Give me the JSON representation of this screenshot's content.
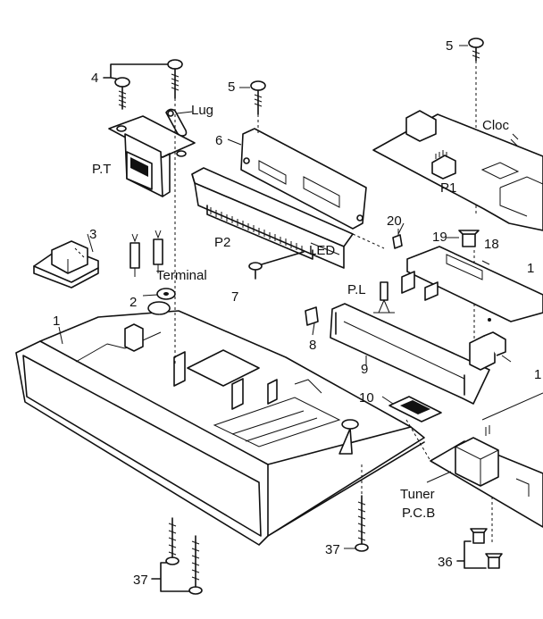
{
  "labels": {
    "c4": "4",
    "c5a": "5",
    "c5b": "5",
    "lug": "Lug",
    "c6": "6",
    "clock": "Cloc",
    "pt": "P.T",
    "p1": "P1",
    "c3": "3",
    "c20": "20",
    "c19": "19",
    "c18": "18",
    "c1edge": "1",
    "p2": "P2",
    "led": "LED",
    "terminal": "Terminal",
    "c2": "2",
    "c7": "7",
    "pl": "P.L",
    "c1": "1",
    "c8": "8",
    "c9": "9",
    "c1edge2": "1",
    "c10": "10",
    "tuner1": "Tuner",
    "tuner2": "P.C.B",
    "c37a": "37",
    "c37b": "37",
    "c36": "36"
  }
}
